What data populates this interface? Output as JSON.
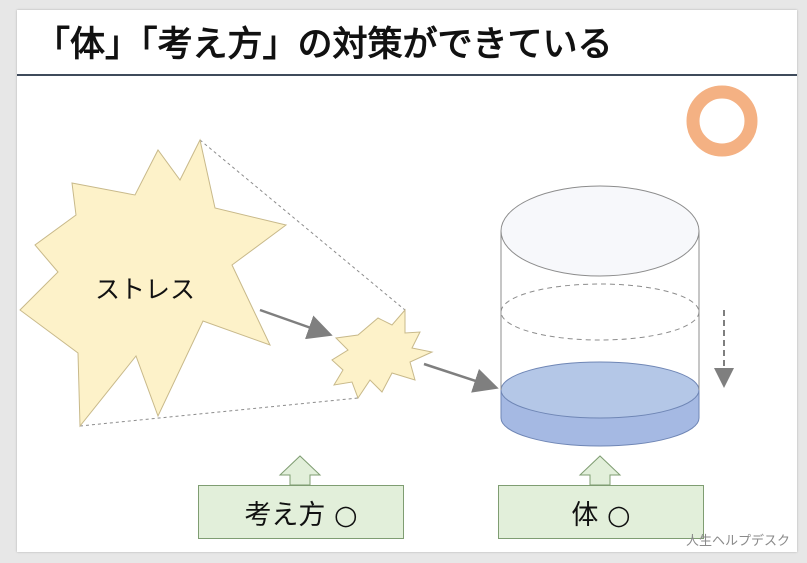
{
  "slide": {
    "title": "「体」「考え方」の対策ができている",
    "watermark": "人生ヘルプデスク"
  },
  "diagram": {
    "stress_label": "ストレス",
    "mind_box_label": "考え方 ○",
    "body_box_label": "体 ○",
    "status_symbol": "circle-ok-icon"
  },
  "colors": {
    "starburst_fill": "#fdf2c9",
    "starburst_stroke": "#c8b98a",
    "box_fill": "#e2efda",
    "box_stroke": "#7f9d72",
    "water_fill": "#b4c7e7",
    "water_stroke": "#6f86b5",
    "ring": "#f4b183",
    "arrow": "#7f7f7f",
    "title_rule": "#3f4b5b"
  }
}
